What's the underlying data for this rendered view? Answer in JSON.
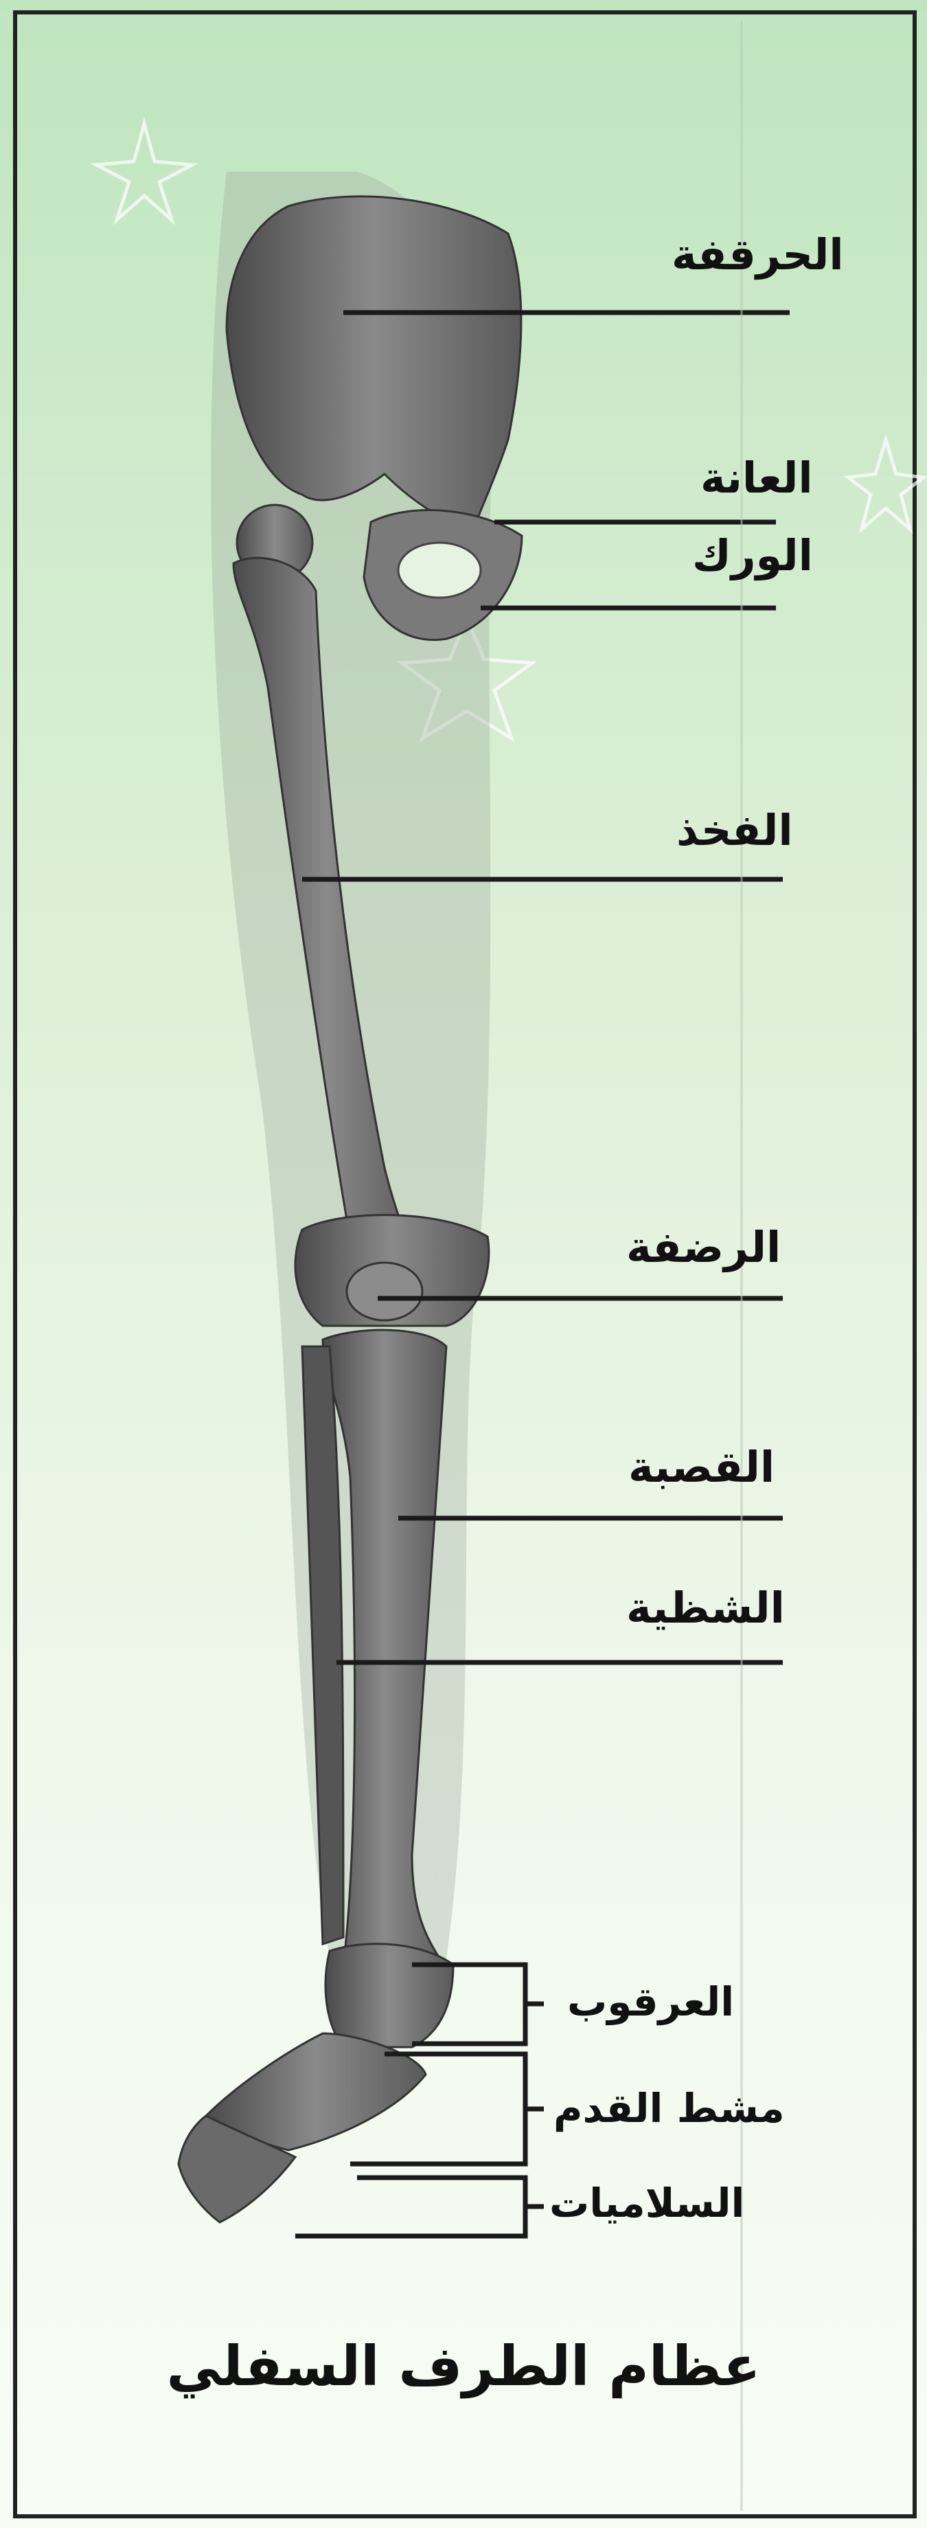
{
  "figure": {
    "caption": "عظام الطرف السفلي",
    "background_gradient": [
      "#bfe5bf",
      "#e2f3dc",
      "#f6fbf2"
    ],
    "bone_color": "#6d6d6d",
    "line_color": "#1a1a1a",
    "labels": {
      "ilium": "الحرقفة",
      "pubis": "العانة",
      "hip": "الورك",
      "femur": "الفخذ",
      "patella": "الرضفة",
      "tibia": "القصبة",
      "fibula": "الشظية",
      "tarsus": "العرقوب",
      "metatarsus": "مشط القدم",
      "phalanges": "السلاميات"
    }
  }
}
